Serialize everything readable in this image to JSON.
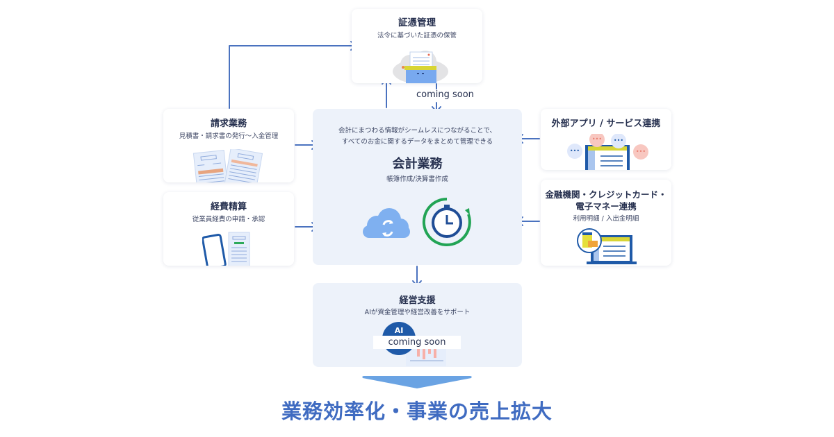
{
  "evidence": {
    "title": "証憑管理",
    "subtitle": "法令に基づいた証憑の保管",
    "status": "coming soon"
  },
  "invoice": {
    "title": "請求業務",
    "subtitle": "見積書・請求書の発行～入金管理"
  },
  "expense": {
    "title": "経費精算",
    "subtitle": "従業員経費の申請・承認"
  },
  "accounting": {
    "description_line1": "会計にまつわる情報がシームレスにつながることで、",
    "description_line2": "すべてのお金に関するデータをまとめて管理できる",
    "title": "会計業務",
    "subtitle": "帳簿作成/決算書作成"
  },
  "external": {
    "title": "外部アプリ / サービス連携"
  },
  "bank": {
    "title_line1": "金融機関・クレジットカード・",
    "title_line2": "電子マネー連携",
    "subtitle": "利用明細 / 入出金明細"
  },
  "management": {
    "title": "経営支援",
    "subtitle": "AIが資金管理や経営改善をサポート",
    "ai_badge": "AI",
    "status": "coming soon"
  },
  "result": {
    "text": "業務効率化・事業の売上拡大"
  },
  "colors": {
    "arrow": "#4a72bf",
    "panel_bg": "#edf2fa",
    "result_text": "#3f6bc1",
    "result_arrow": "#6aa3e3",
    "accent_green": "#22a455",
    "accent_navy": "#1f4d96"
  }
}
